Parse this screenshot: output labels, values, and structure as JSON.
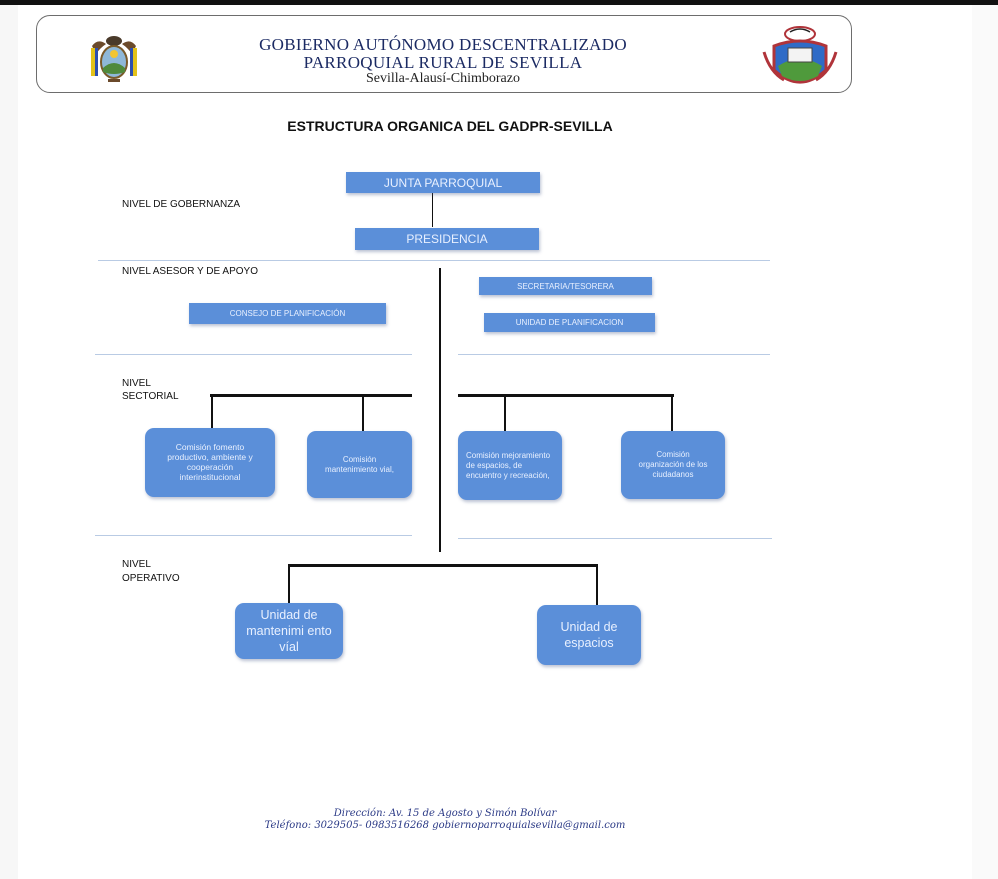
{
  "header": {
    "line1": "GOBIERNO AUTÓNOMO DESCENTRALIZADO",
    "line2": "PARROQUIAL RURAL DE SEVILLA",
    "line3": "Sevilla-Alausí-Chimborazo"
  },
  "title": "ESTRUCTURA ORGANICA DEL  GADPR-SEVILLA",
  "levels": {
    "gobernanza": "NIVEL DE GOBERNANZA",
    "asesor": "NIVEL ASESOR Y DE APOYO",
    "sectorial_1": "NIVEL",
    "sectorial_2": "SECTORIAL",
    "operativo_1": "NIVEL",
    "operativo_2": "OPERATIVO"
  },
  "nodes": {
    "junta": "JUNTA PARROQUIAL",
    "presidencia": "PRESIDENCIA",
    "consejo": "CONSEJO DE  PLANIFICACIÓN",
    "secretaria": "SECRETARIA/TESORERA",
    "unidad_planificacion": "UNIDAD DE  PLANIFICACION",
    "comision_fomento": "Comisión  fomento productivo, ambiente y cooperación interinstitucional",
    "comision_vial": "Comisión mantenimiento vial,",
    "comision_espacios": "Comisión mejoramiento de espacios, de encuentro y recreación,",
    "comision_organizacion": "Comisión organización de los ciudadanos",
    "unidad_vial": "Unidad de mantenimi ento víal",
    "unidad_espacios": "Unidad de espacios"
  },
  "footer": {
    "line1": "Dirección: Av. 15 de Agosto y Simón Bolívar",
    "line2": "Teléfono: 3029505- 0983516268 gobiernoparroquialsevilla@gmail.com"
  },
  "colors": {
    "box_fill": "#5b8fd9",
    "box_text": "#e8f0ff",
    "header_text": "#1b2a63",
    "footer_text": "#2b3a86"
  }
}
